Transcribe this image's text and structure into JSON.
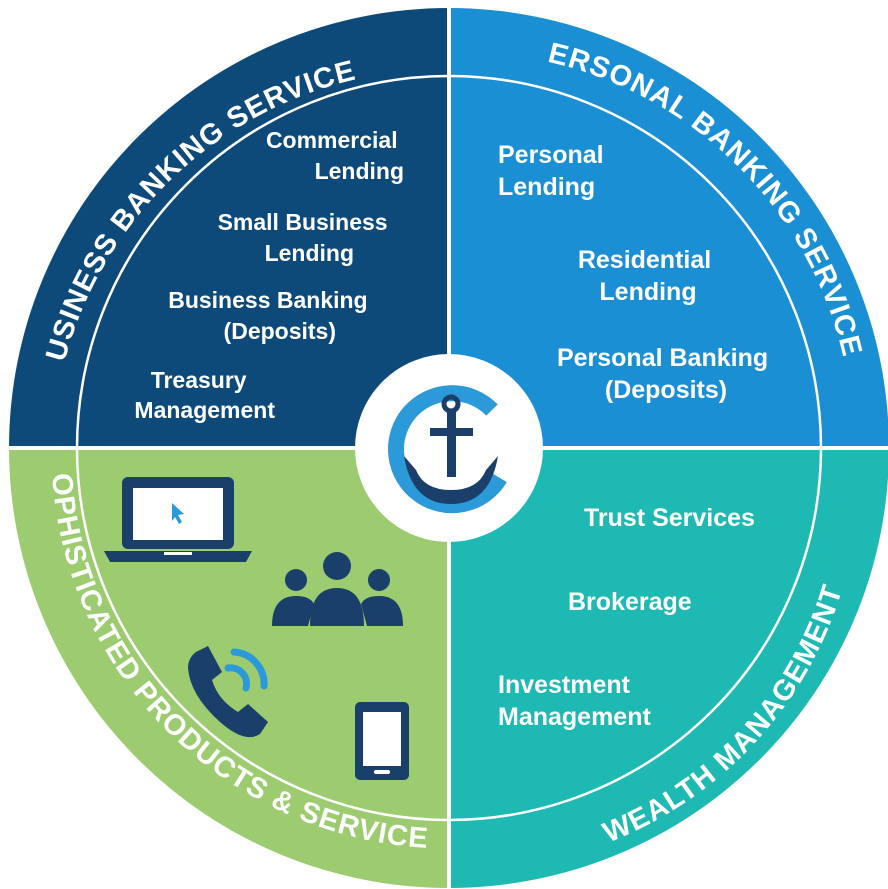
{
  "colors": {
    "business": "#0d4a7a",
    "personal": "#1b8fd4",
    "wealth": "#1fb9b3",
    "products": "#9ccc6f",
    "navy": "#1a3f6b",
    "center_accent": "#2c9ad9",
    "white": "#ffffff"
  },
  "quadrants": {
    "business": {
      "title": "BUSINESS BANKING SERVICES",
      "services": [
        [
          "Commercial",
          "Lending"
        ],
        [
          "Small Business",
          "Lending"
        ],
        [
          "Business Banking",
          "(Deposits)"
        ],
        [
          "Treasury",
          "Management"
        ]
      ]
    },
    "personal": {
      "title": "PERSONAL BANKING SERVICES",
      "services": [
        [
          "Personal",
          "Lending"
        ],
        [
          "Residential",
          "Lending"
        ],
        [
          "Personal Banking",
          "(Deposits)"
        ]
      ]
    },
    "wealth": {
      "title": "WEALTH MANAGEMENT",
      "services": [
        [
          "Trust Services"
        ],
        [
          "Brokerage"
        ],
        [
          "Investment",
          "Management"
        ]
      ]
    },
    "products": {
      "title": "SOPHISTICATED PRODUCTS & SERVICES",
      "icons": [
        "laptop-icon",
        "people-group-icon",
        "phone-wireless-icon",
        "tablet-icon"
      ]
    }
  },
  "center": {
    "icon": "anchor-logo-icon"
  }
}
